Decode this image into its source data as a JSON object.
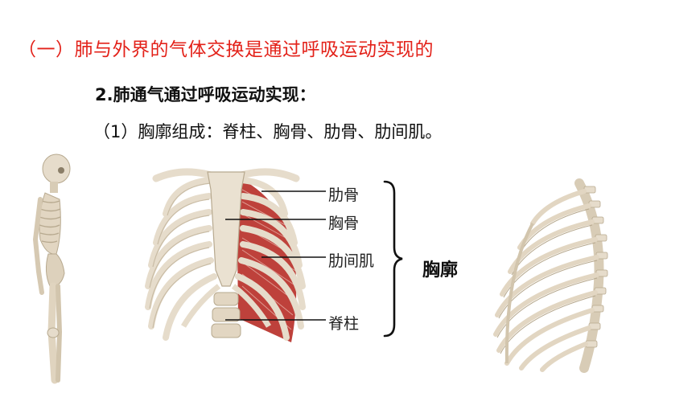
{
  "heading": "（一）肺与外界的气体交换是通过呼吸运动实现的",
  "subheading": "2.肺通气通过呼吸运动实现：",
  "composition": "（1）胸廓组成：脊柱、胸骨、肋骨、肋间肌。",
  "labels": {
    "rib": "肋骨",
    "sternum": "胸骨",
    "intercostal": "肋间肌",
    "spine": "脊柱"
  },
  "group_label": "胸廓",
  "colors": {
    "heading": "#e3221a",
    "bone": "#e6dccb",
    "bone_shade": "#c9bca5",
    "muscle": "#b8312a"
  }
}
